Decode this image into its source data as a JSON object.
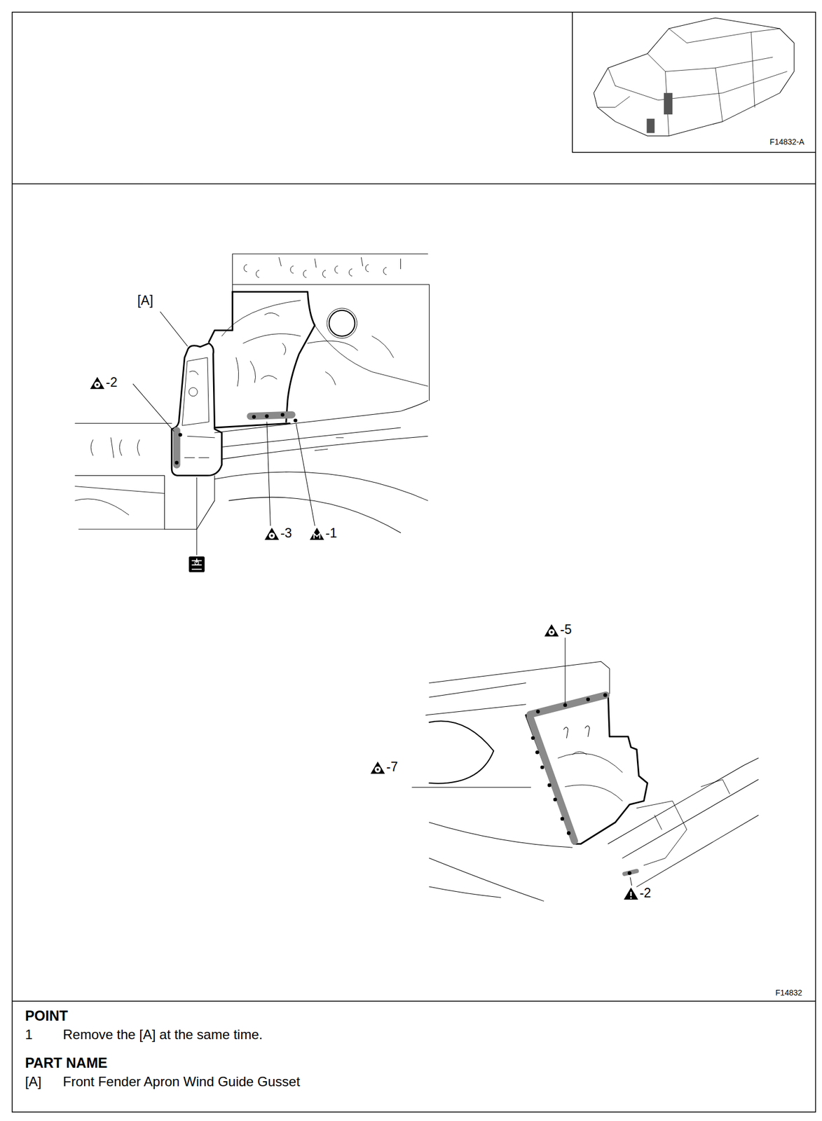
{
  "diagram": {
    "labels": [
      "F14832-A",
      "[A]",
      "-2",
      "-3",
      "-1",
      "-5",
      "-7",
      "-2",
      "F14832",
      "POINT",
      "1",
      "Remove the [A] at the same time.",
      "PART NAME",
      "[A]",
      "Front Fender Apron Wind Guide Gusset"
    ]
  }
}
